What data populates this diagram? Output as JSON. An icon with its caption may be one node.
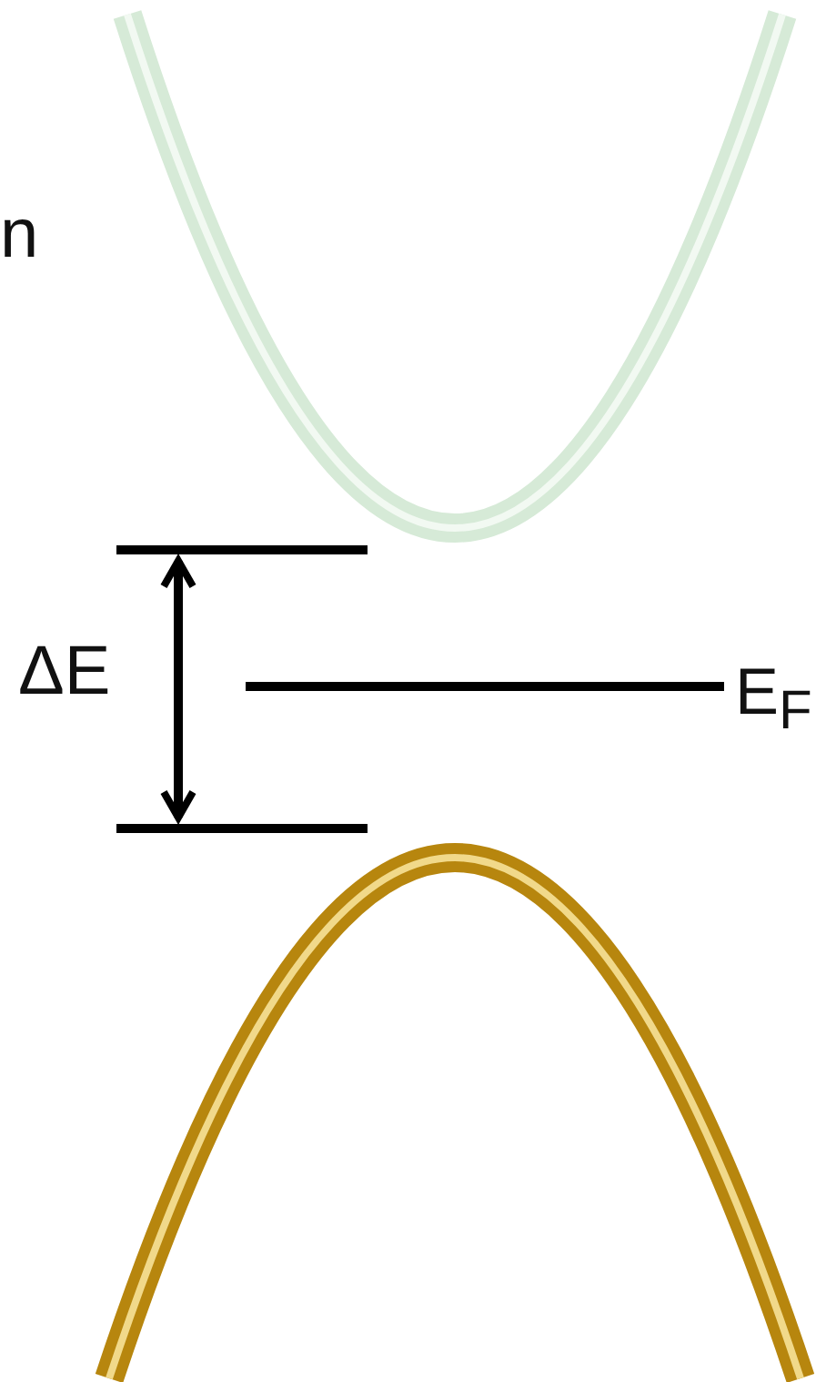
{
  "diagram": {
    "labels": [
      "n",
      "ΔE",
      "E$_{F}$"
    ]
  }
}
